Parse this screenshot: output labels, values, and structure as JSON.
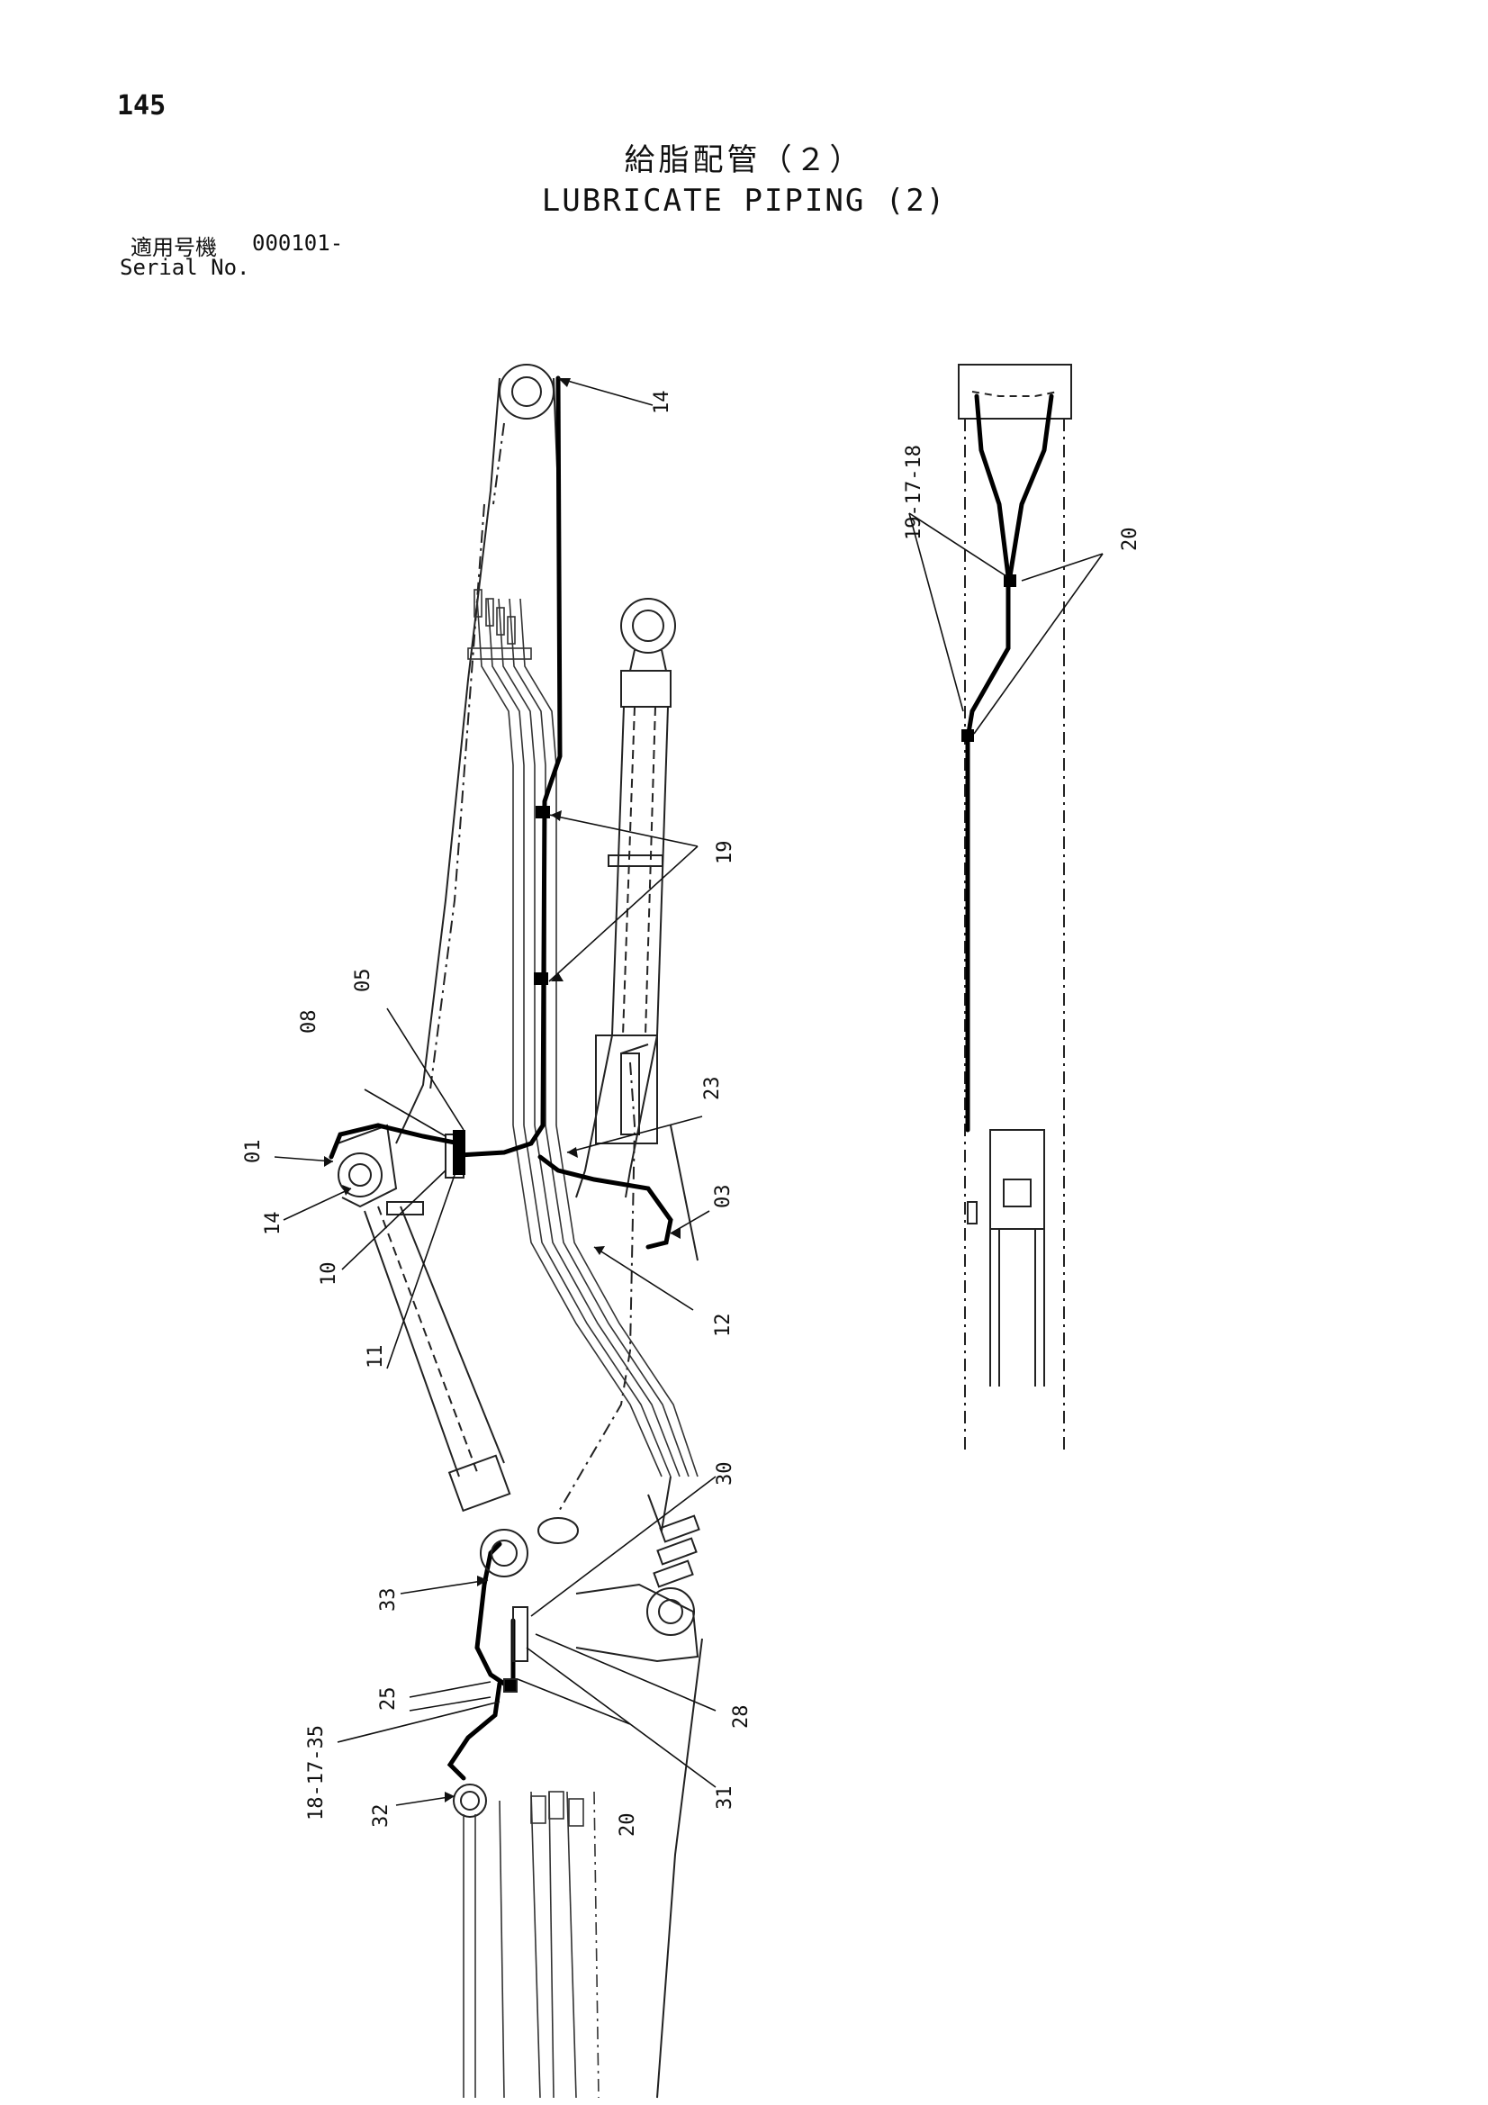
{
  "page": {
    "number": "145",
    "title_jp": "給脂配管（２）",
    "title_en": "LUBRICATE PIPING (2)",
    "serial_label_jp": "適用号機",
    "serial_range": "000101-",
    "serial_label_en": "Serial No."
  },
  "callouts": {
    "c14_top": "14",
    "c19": "19",
    "c05": "05",
    "c08": "08",
    "c01": "01",
    "c14_left": "14",
    "c10": "10",
    "c11": "11",
    "c23": "23",
    "c03": "03",
    "c12": "12",
    "c30": "30",
    "c33": "33",
    "c25": "25",
    "c18_17_35": "18-17-35",
    "c32": "32",
    "c20_bottom": "20",
    "c28": "28",
    "c31": "31",
    "c19_17_18": "19-17-18",
    "c20_right": "20"
  }
}
